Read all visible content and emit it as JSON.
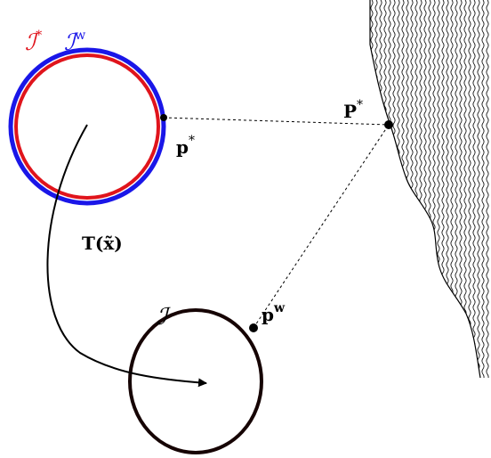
{
  "colors": {
    "reference_image": "#e0141c",
    "warped_image": "#1a16e8",
    "current_image": "#160404",
    "surface_hatch": "#000000"
  },
  "labels": {
    "ref_image": {
      "base": "ℐ",
      "sup": "*"
    },
    "warped_image": {
      "base": "ℐ",
      "sup": "w"
    },
    "current_image": {
      "base": "ℐ"
    },
    "proj_ref": {
      "base": "p",
      "sup": "*"
    },
    "proj_warped": {
      "base": "p",
      "sup": "w"
    },
    "scene_point": {
      "base": "P",
      "sup": "*"
    },
    "transform": "T(x̃)"
  }
}
